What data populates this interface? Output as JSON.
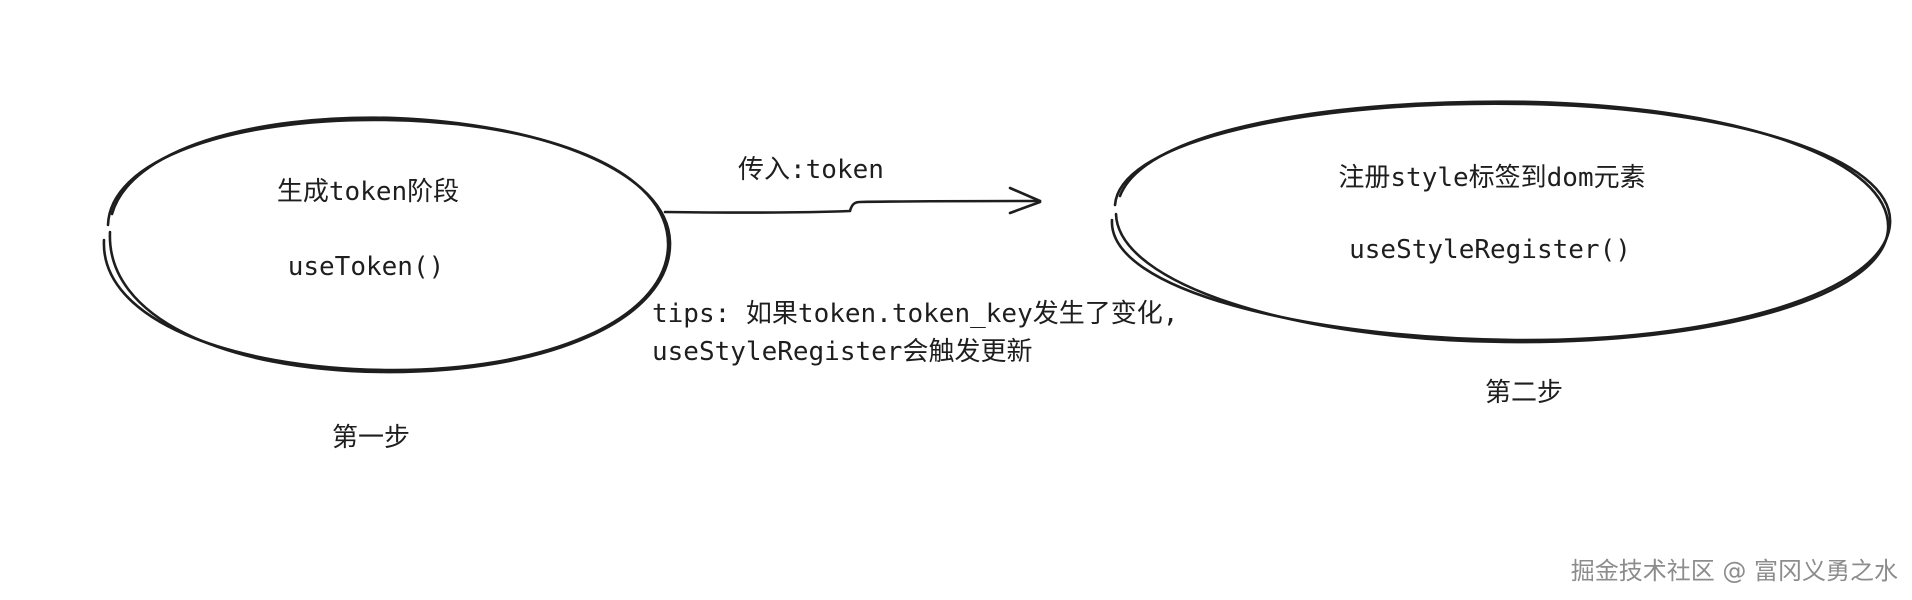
{
  "step1": {
    "title": "生成token阶段",
    "func": "useToken()",
    "caption": "第一步"
  },
  "arrow": {
    "label": "传入:token"
  },
  "tips": {
    "line1": "tips: 如果token.token_key发生了变化,",
    "line2": "useStyleRegister会触发更新"
  },
  "step2": {
    "title": "注册style标签到dom元素",
    "func": "useStyleRegister()",
    "caption": "第二步"
  },
  "watermark": "掘金技术社区 @ 富冈义勇之水",
  "colors": {
    "stroke": "#1e1e1e",
    "text": "#1e1e1e",
    "watermark": "#8c8c8c",
    "background": "#ffffff"
  }
}
